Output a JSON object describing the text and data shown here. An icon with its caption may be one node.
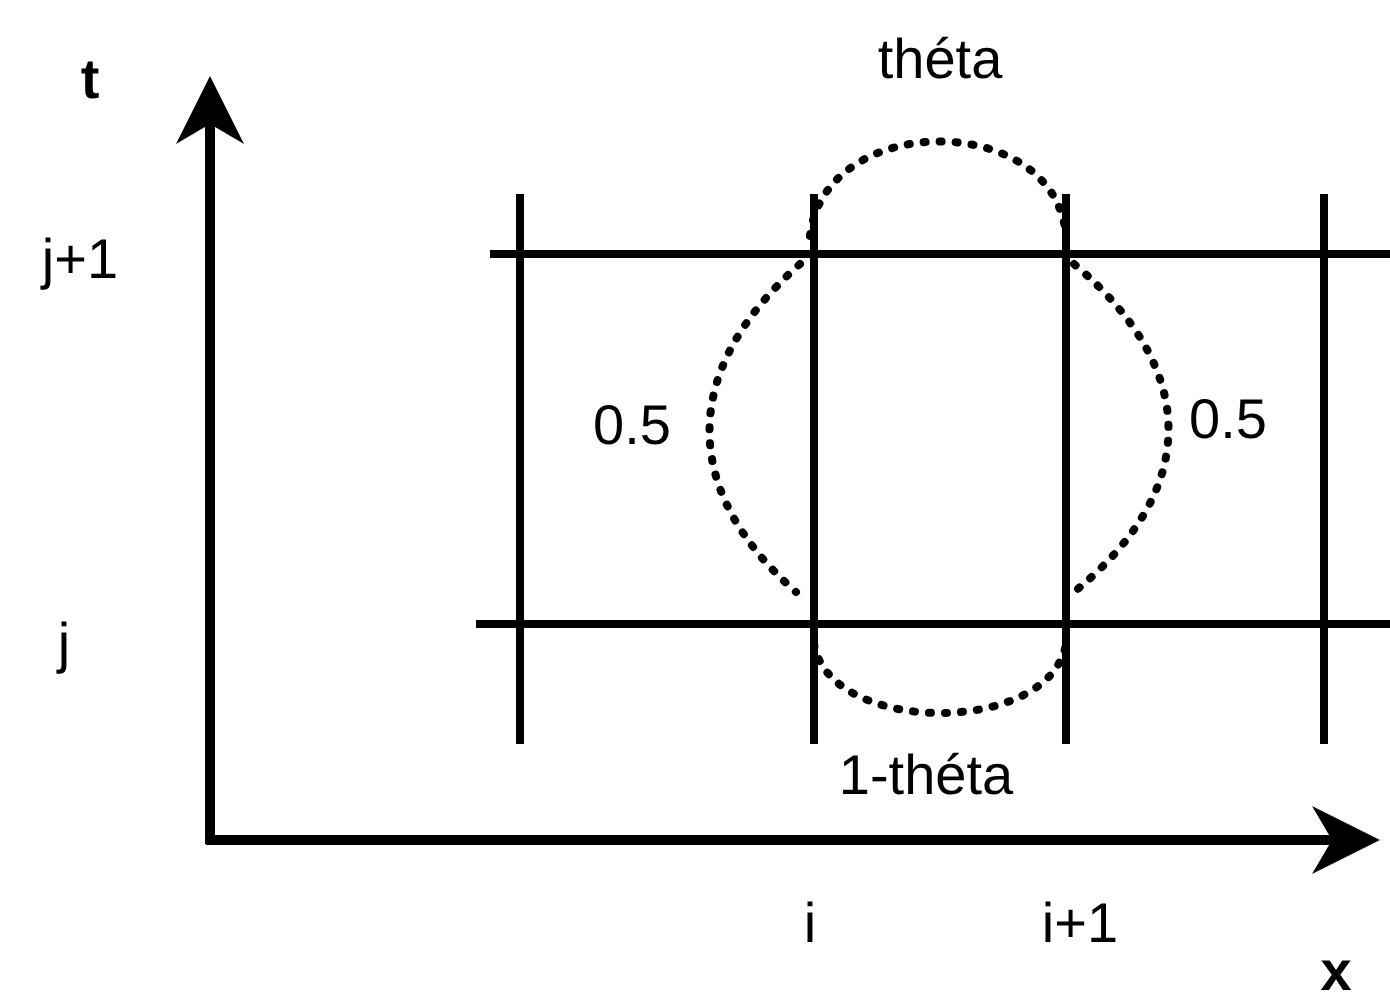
{
  "diagram": {
    "labels": [
      "t",
      "théta",
      "j+1",
      "0.5",
      "0.5",
      "j",
      "1-théta",
      "i",
      "i+1",
      "x"
    ]
  }
}
